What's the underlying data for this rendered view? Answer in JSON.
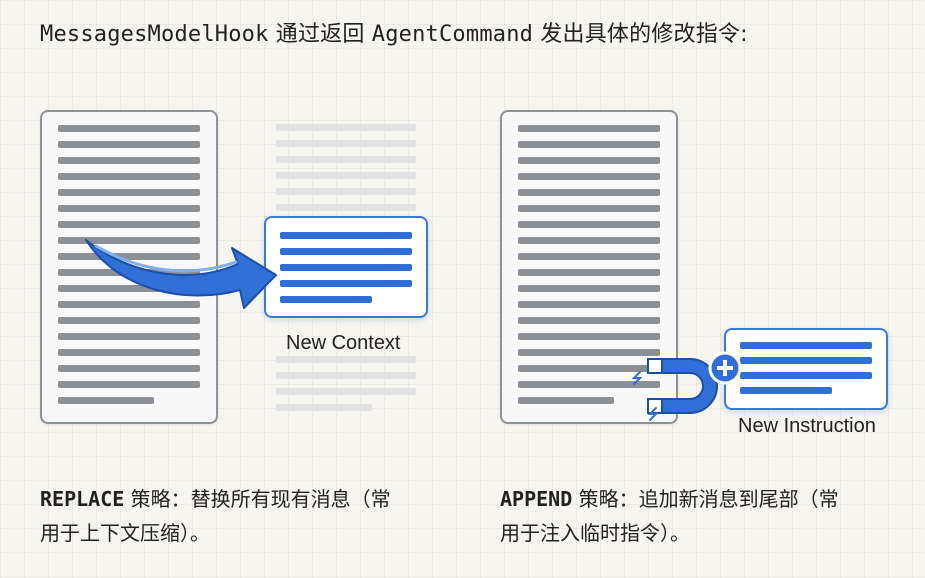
{
  "title": {
    "class_name": "MessagesModelHook",
    "middle": " 通过返回 ",
    "command_name": "AgentCommand",
    "tail": " 发出具体的修改指令:"
  },
  "replace": {
    "card_label": "New Context",
    "caption_keyword": "REPLACE",
    "caption_line1_rest": " 策略：替换所有现有消息（常",
    "caption_line2": "用于上下文压缩）。"
  },
  "append": {
    "card_label": "New Instruction",
    "caption_keyword": "APPEND",
    "caption_line1_rest": " 策略：追加新消息到尾部（常",
    "caption_line2": "用于注入临时指令）。"
  },
  "icons": {
    "replace_arrow": "curved-arrow-icon",
    "append_magnet": "magnet-icon",
    "append_plus": "plus-circle-icon"
  },
  "colors": {
    "accent_blue": "#2f6fd6",
    "doc_line_gray": "#8b8f96",
    "doc_border": "#8d929a"
  }
}
